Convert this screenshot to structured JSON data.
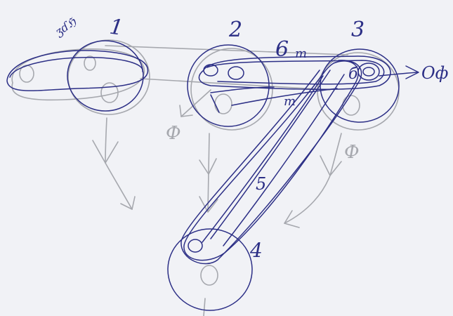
{
  "labels": {
    "node1": "1",
    "node2": "2",
    "node3": "3",
    "node4": "4",
    "edge5": "5",
    "edge6": "6",
    "edge6_suffix": "m",
    "edge6b_suffix": "m",
    "out_label": "Оф",
    "phi_left": "Ф",
    "phi_right": "Ф",
    "small_node": "б",
    "corner_scribble": "ʒɗℌ"
  },
  "colors": {
    "paper": "#f1f2f6",
    "pen_blue": "#2c2f86",
    "pencil_grey": "#a6a8ae"
  }
}
